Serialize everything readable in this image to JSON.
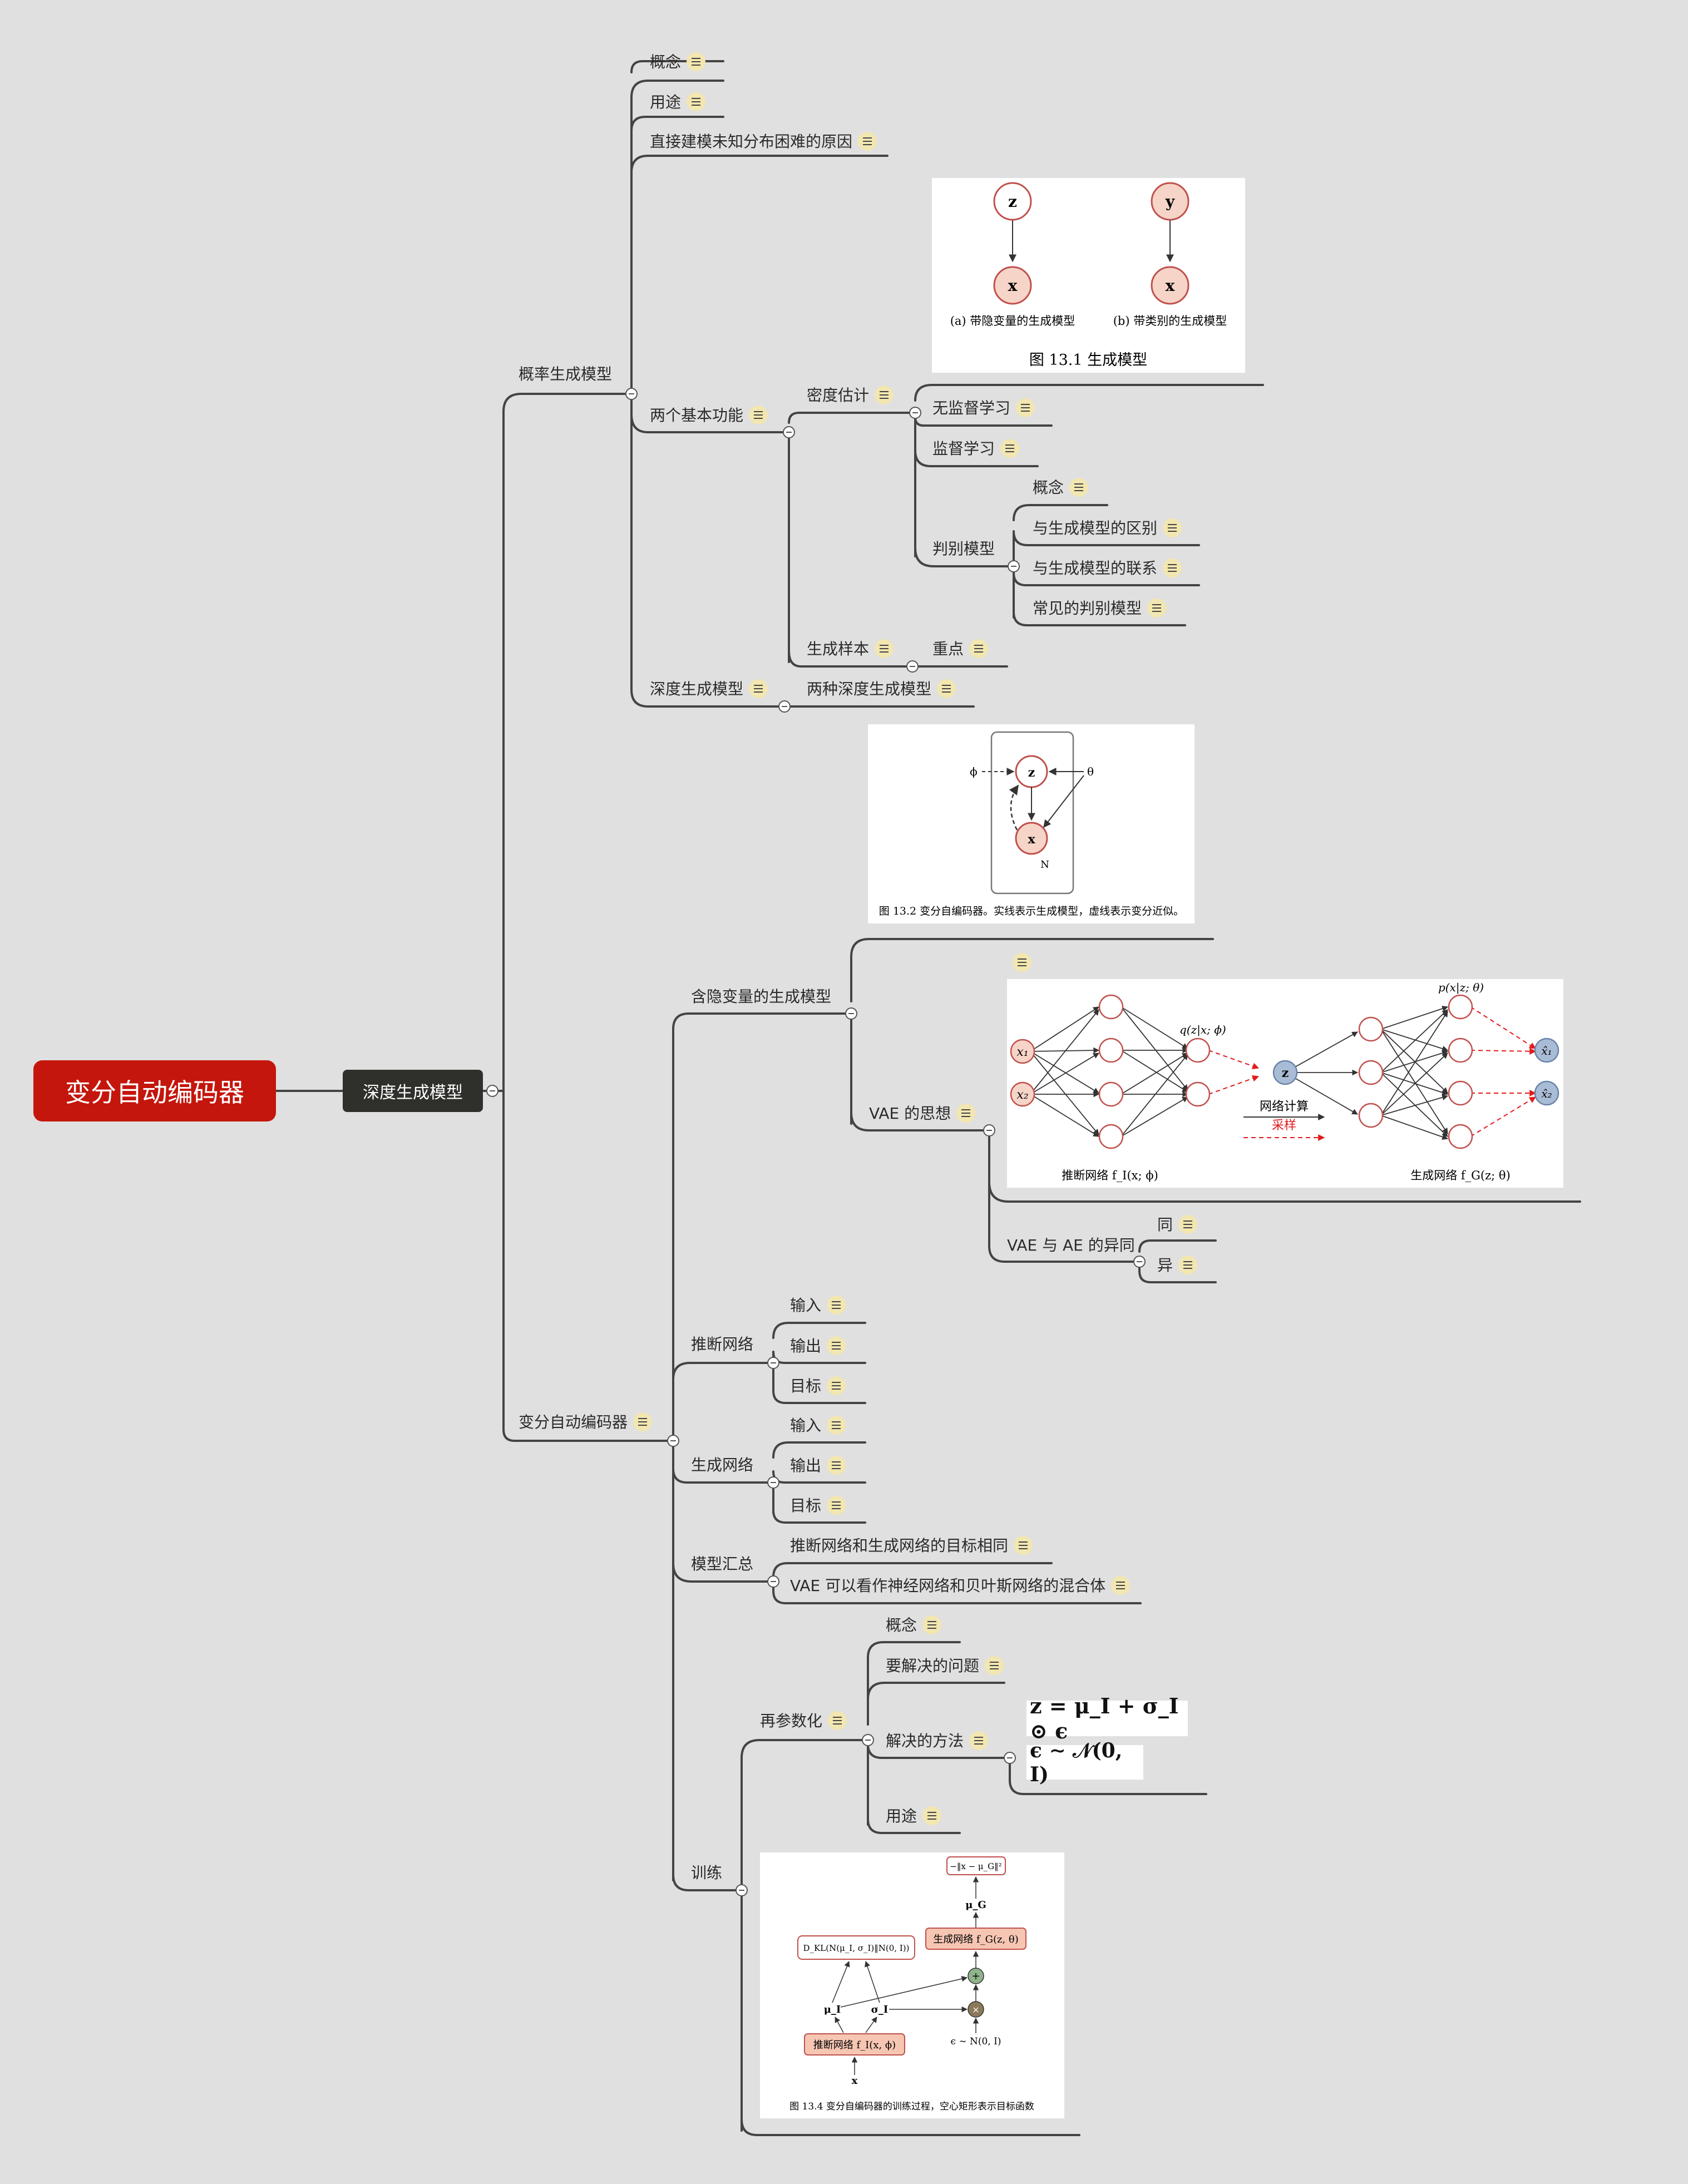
{
  "root": {
    "label": "变分自动编码器"
  },
  "main_topic": {
    "label": "深度生成模型"
  },
  "branches": {
    "prob_model": {
      "label": "概率生成模型",
      "concept": "概念",
      "usage": "用途",
      "difficulty": "直接建模未知分布困难的原因",
      "two_functions": "两个基本功能",
      "density": "密度估计",
      "unsupervised": "无监督学习",
      "supervised": "监督学习",
      "discriminative": "判别模型",
      "disc_concept": "概念",
      "disc_diff": "与生成模型的区别",
      "disc_link": "与生成模型的联系",
      "disc_common": "常见的判别模型",
      "gen_samples": "生成样本",
      "key_point": "重点",
      "deep_gen": "深度生成模型",
      "two_deep": "两种深度生成模型"
    },
    "vae": {
      "label": "变分自动编码器",
      "latent_model": "含隐变量的生成模型",
      "vae_idea": "VAE 的思想",
      "vae_vs_ae": "VAE 与 AE 的异同",
      "same": "同",
      "diff": "异",
      "inference_net": "推断网络",
      "inf_input": "输入",
      "inf_output": "输出",
      "inf_target": "目标",
      "gen_net": "生成网络",
      "gen_input": "输入",
      "gen_output": "输出",
      "gen_target": "目标",
      "summary": "模型汇总",
      "sum_1": "推断网络和生成网络的目标相同",
      "sum_2": "VAE 可以看作神经网络和贝叶斯网络的混合体",
      "training": "训练",
      "reparam": "再参数化",
      "rp_concept": "概念",
      "rp_problem": "要解决的问题",
      "rp_method": "解决的方法",
      "rp_usage": "用途"
    }
  },
  "figures": {
    "fig1": {
      "node_z": "z",
      "node_y": "y",
      "node_x": "x",
      "cap_a": "(a) 带隐变量的生成模型",
      "cap_b": "(b) 带类别的生成模型",
      "caption": "图 13.1 生成模型"
    },
    "fig2": {
      "node_z": "z",
      "node_x": "x",
      "phi": "ϕ",
      "theta": "θ",
      "plate": "N",
      "caption": "图 13.2 变分自编码器。实线表示生成模型，虚线表示变分近似。"
    },
    "fig3": {
      "q_label": "q(z|x; ϕ)",
      "p_label": "p(x|z; θ)",
      "x1": "x₁",
      "x2": "x₂",
      "z": "z",
      "xh1": "x̂₁",
      "xh2": "x̂₂",
      "legend_compute": "网络计算",
      "legend_sample": "采样",
      "inf_label": "推断网络 f_I(x; ϕ)",
      "gen_label": "生成网络 f_G(z; θ)"
    },
    "fig4": {
      "loss_top": "−‖x − μ_G‖²",
      "mu_g": "μ_G",
      "gen_box": "生成网络 f_G(z, θ)",
      "kl": "D_KL(N(μ_I, σ_I)‖N(0, I))",
      "mu_i": "μ_I",
      "sigma_i": "σ_I",
      "plus": "+",
      "times": "×",
      "inf_box": "推断网络 f_I(x, ϕ)",
      "eps": "ϵ ∼ N(0, I)",
      "x": "x",
      "caption": "图 13.4 变分自编码器的训练过程，空心矩形表示目标函数"
    },
    "formula1": "z = μ_I + σ_I ⊙ ϵ",
    "formula2": "ϵ ∼ 𝒩(0, I)"
  },
  "colors": {
    "root": "#c4160c",
    "main": "#2f302b",
    "node_fill": "#f6d5c8",
    "node_stroke": "#c0504d",
    "z_node": "#a9bcd6",
    "sample": "#e31a1c",
    "note": "#f2e6b1"
  }
}
